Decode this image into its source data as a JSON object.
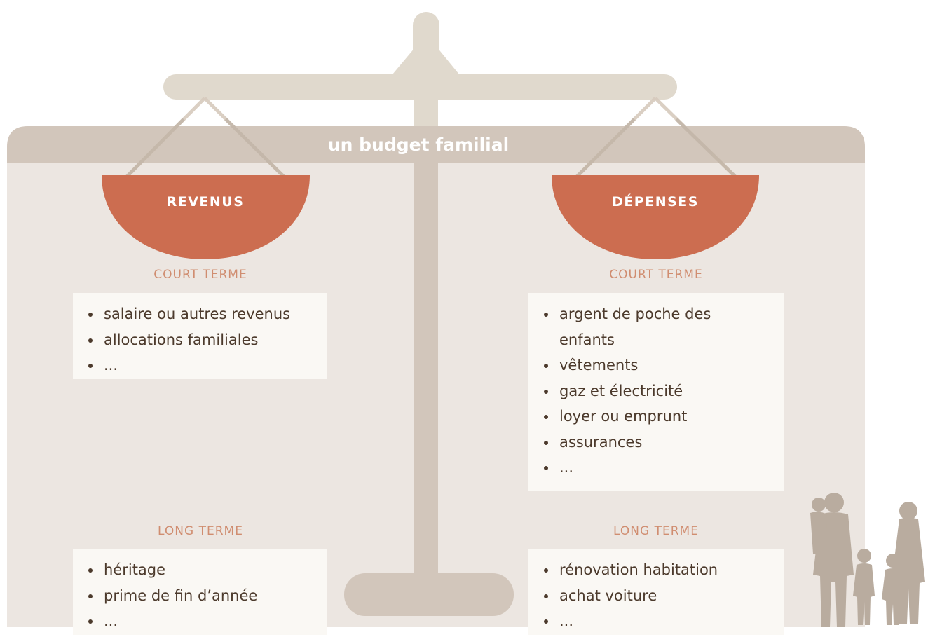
{
  "title": "un budget familial",
  "left": {
    "heading": "REVENUS",
    "short": {
      "label": "COURT TERME",
      "items": [
        "salaire ou autres revenus",
        "allocations familiales",
        "..."
      ]
    },
    "long": {
      "label": "LONG TERME",
      "items": [
        "héritage",
        "prime de fin d’année",
        "..."
      ]
    }
  },
  "right": {
    "heading": "DÉPENSES",
    "short": {
      "label": "COURT TERME",
      "items": [
        "argent de poche des enfants",
        "vêtements",
        "gaz et électricité",
        "loyer ou emprunt",
        "assurances",
        "..."
      ]
    },
    "long": {
      "label": "LONG TERME",
      "items": [
        "rénovation habitation",
        "achat voiture",
        "..."
      ]
    }
  },
  "colors": {
    "panel": "#ece6e1",
    "banner": "#d2c6bb",
    "scale": "#e0d9cd",
    "pan": "#cc6d50",
    "section_label": "#d08d70",
    "text": "#4c3a2c",
    "box": "#faf8f4",
    "family": "#b9ac9f"
  },
  "icons": [
    "scale-icon",
    "family-silhouette-icon"
  ]
}
